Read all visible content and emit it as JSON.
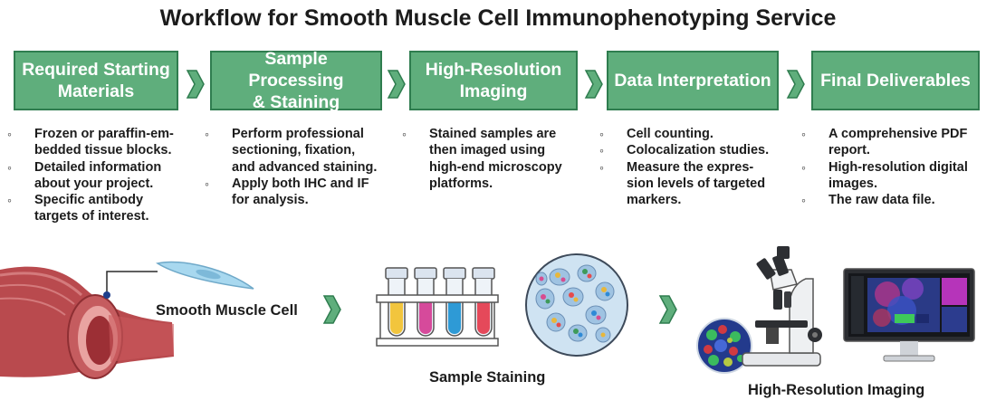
{
  "title": "Workflow for Smooth Muscle Cell Immunophenotyping Service",
  "steps": [
    {
      "label_lines": [
        "Required Starting",
        "Materials"
      ],
      "bullets": [
        [
          "Frozen or paraffin-em-",
          "bedded tissue blocks."
        ],
        [
          "Detailed information",
          "about your project."
        ],
        [
          "Specific antibody",
          "targets of interest."
        ]
      ]
    },
    {
      "label_lines": [
        "Sample Processing",
        "& Staining"
      ],
      "bullets": [
        [
          "Perform professional",
          "sectioning, fixation,",
          "and advanced staining."
        ],
        [
          "Apply both IHC and IF",
          "for analysis."
        ]
      ]
    },
    {
      "label_lines": [
        "High-Resolution",
        "Imaging"
      ],
      "bullets": [
        [
          "Stained samples are",
          "then imaged using",
          "high-end microscopy",
          "platforms."
        ]
      ]
    },
    {
      "label_lines": [
        "Data Interpretation"
      ],
      "bullets": [
        [
          "Cell counting."
        ],
        [
          "Colocalization studies."
        ],
        [
          "Measure the expres-",
          "sion levels of targeted",
          "markers."
        ]
      ]
    },
    {
      "label_lines": [
        "Final Deliverables"
      ],
      "bullets": [
        [
          "A comprehensive PDF",
          "report."
        ],
        [
          "High-resolution digital",
          "images."
        ],
        [
          "The raw data file."
        ]
      ]
    }
  ],
  "captions": {
    "smooth_muscle": "Smooth Muscle Cell",
    "staining": "Sample Staining",
    "imaging": "High-Resolution Imaging"
  },
  "colors": {
    "box_fill": "#5fae7c",
    "box_border": "#2f7d4f",
    "chevron": "#5fae7c"
  }
}
